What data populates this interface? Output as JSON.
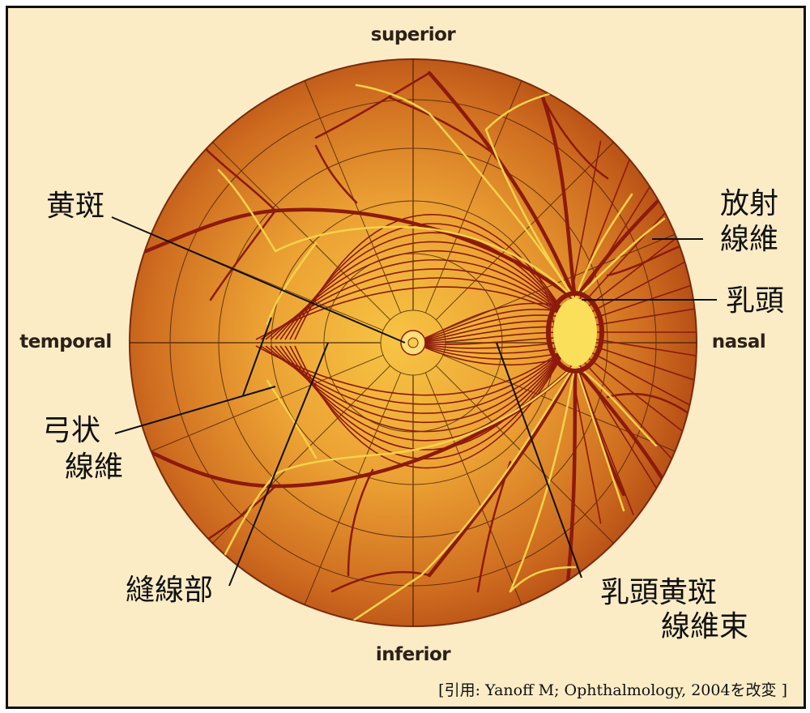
{
  "orientation": {
    "superior": "superior",
    "inferior": "inferior",
    "temporal": "temporal",
    "nasal": "nasal"
  },
  "labels": {
    "macula": "黄斑",
    "radial_fibers": [
      "放射",
      "線維"
    ],
    "optic_disc": "乳頭",
    "arcuate_fibers": [
      "弓状",
      "線維"
    ],
    "raphe": "縫線部",
    "papillomacular_bundle": [
      "乳頭黄斑",
      "線維束"
    ]
  },
  "citation": "[引用: Yanoff M; Ophthalmology, 2004を改変 ]",
  "colors": {
    "frame_background": "#fbecc6",
    "fundus_center": "#f7c443",
    "fundus_edge": "#b24a14",
    "vessel": "#8d1a0c",
    "vein_highlight": "#f5d24a",
    "optic_disc": "#fae05a",
    "grid_line": "#3a1a08",
    "callout_line": "#111111"
  }
}
